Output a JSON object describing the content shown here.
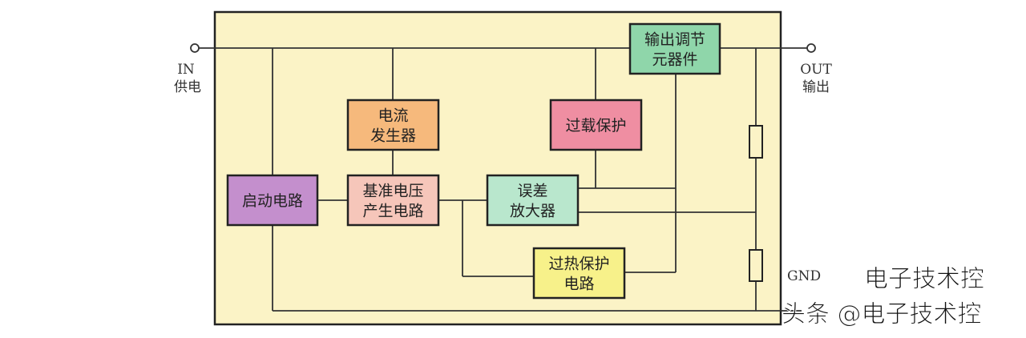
{
  "terminals": {
    "in_label": "IN",
    "in_sub": "供电",
    "out_label": "OUT",
    "out_sub": "输出",
    "gnd_label": "GND"
  },
  "blocks": {
    "output_regulator": [
      "输出调节",
      "元器件"
    ],
    "current_generator": [
      "电流",
      "发生器"
    ],
    "overload_protection": [
      "过载保护"
    ],
    "startup_circuit": [
      "启动电路"
    ],
    "reference_voltage": [
      "基准电压",
      "产生电路"
    ],
    "error_amplifier": [
      "误差",
      "放大器"
    ],
    "thermal_protection": [
      "过热保护",
      "电路"
    ]
  },
  "colors": {
    "panel": "#fbf3c6",
    "output_regulator": "#8fd6aa",
    "current_generator": "#f6b97c",
    "overload_protection": "#ef8ea2",
    "startup_circuit": "#c48fcd",
    "reference_voltage": "#f6c6ba",
    "error_amplifier": "#b9e7cd",
    "thermal_protection": "#f7f18a"
  },
  "watermark": {
    "line1": "电子技术控",
    "line2": "头条 @电子技术控"
  }
}
